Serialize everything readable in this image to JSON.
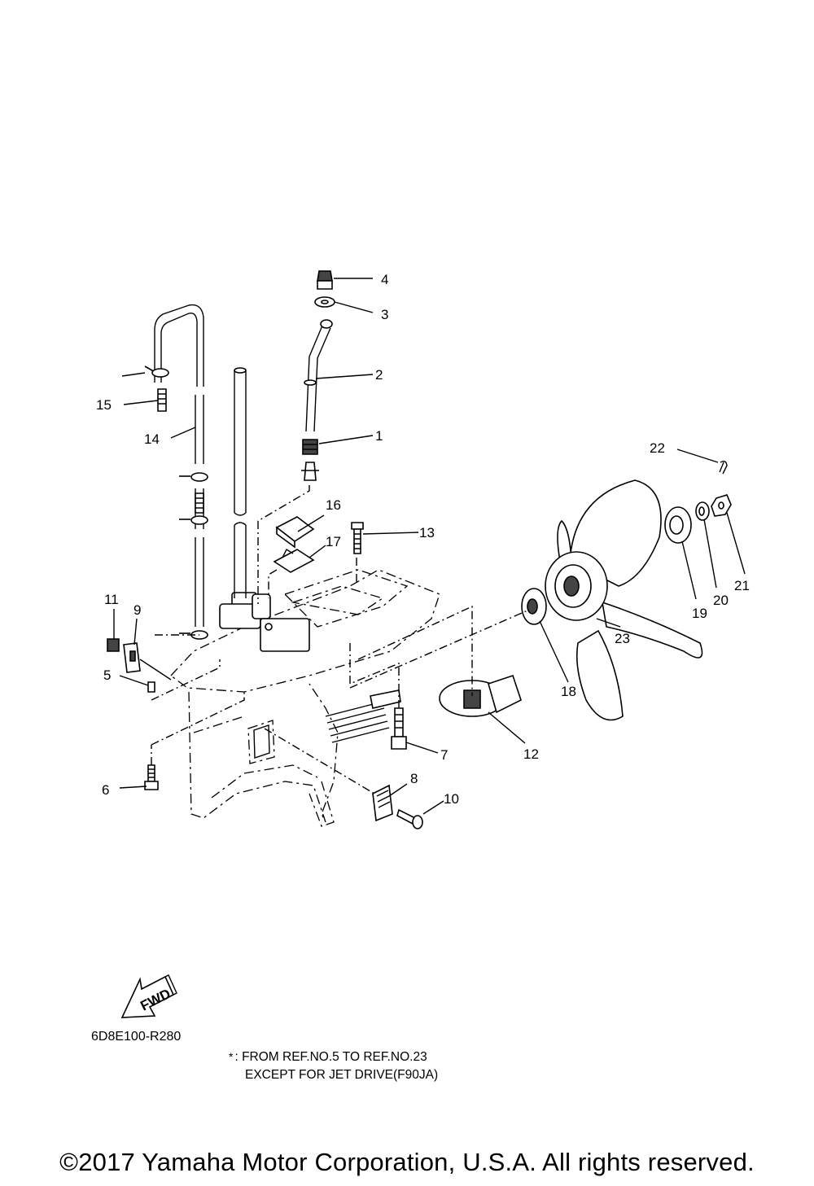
{
  "diagram": {
    "callouts": [
      "1",
      "2",
      "3",
      "4",
      "5",
      "6",
      "7",
      "8",
      "9",
      "10",
      "11",
      "12",
      "13",
      "14",
      "15",
      "16",
      "17",
      "18",
      "19",
      "20",
      "21",
      "22",
      "23"
    ],
    "fwd_label": "FWD",
    "ref_code": "6D8E100-R280",
    "note_marker": "*",
    "note_line1": ": FROM REF.NO.5 TO REF.NO.23",
    "note_line2": "EXCEPT FOR JET DRIVE(F90JA)"
  },
  "footer": {
    "copyright": "©2017 Yamaha Motor Corporation, U.S.A. All rights reserved."
  }
}
